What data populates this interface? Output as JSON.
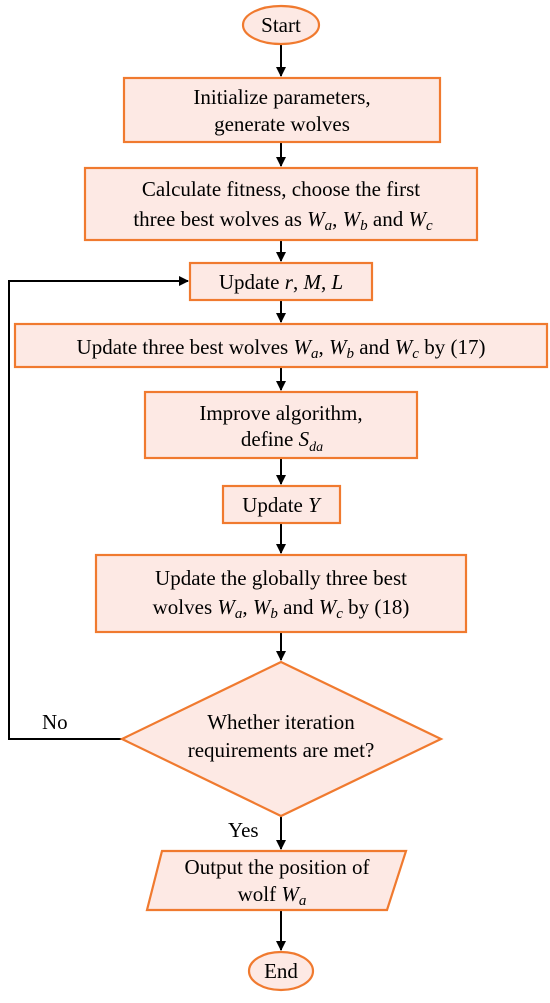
{
  "nodes": {
    "start": {
      "text": "Start"
    },
    "init": {
      "line1": "Initialize parameters,",
      "line2": "generate wolves"
    },
    "fitness": {
      "line1": "Calculate fitness, choose the first",
      "line2_prefix": "three best wolves as ",
      "wa_base": "W",
      "wa_sub": "a",
      "sep": ", ",
      "wb_base": "W",
      "wb_sub": "b",
      "and": " and ",
      "wc_base": "W",
      "wc_sub": "c"
    },
    "update_rml": {
      "prefix": "Update ",
      "r": "r",
      "sep1": ", ",
      "m": "M",
      "sep2": ", ",
      "l": "L"
    },
    "update_best": {
      "prefix": "Update three best wolves ",
      "wa_base": "W",
      "wa_sub": "a",
      "sep": ", ",
      "wb_base": "W",
      "wb_sub": "b",
      "and": " and ",
      "wc_base": "W",
      "wc_sub": "c",
      "suffix": " by (17)"
    },
    "improve": {
      "line1": "Improve algorithm,",
      "line2_prefix": "define ",
      "s_base": "S",
      "s_sub": "da"
    },
    "update_y": {
      "prefix": "Update ",
      "y": "Y"
    },
    "update_global": {
      "line1": "Update the globally three best",
      "line2_prefix": "wolves ",
      "wa_base": "W",
      "wa_sub": "a",
      "sep": ", ",
      "wb_base": "W",
      "wb_sub": "b",
      "and": " and ",
      "wc_base": "W",
      "wc_sub": "c",
      "suffix": " by (18)"
    },
    "decision": {
      "line1": "Whether iteration",
      "line2": "requirements are met?"
    },
    "output": {
      "line1": "Output the position of",
      "line2_prefix": "wolf ",
      "wa_base": "W",
      "wa_sub": "a"
    },
    "end": {
      "text": "End"
    }
  },
  "edge_labels": {
    "no": "No",
    "yes": "Yes"
  },
  "colors": {
    "fill": "#fde9e4",
    "stroke": "#f07a2f",
    "arrow": "#000000"
  }
}
